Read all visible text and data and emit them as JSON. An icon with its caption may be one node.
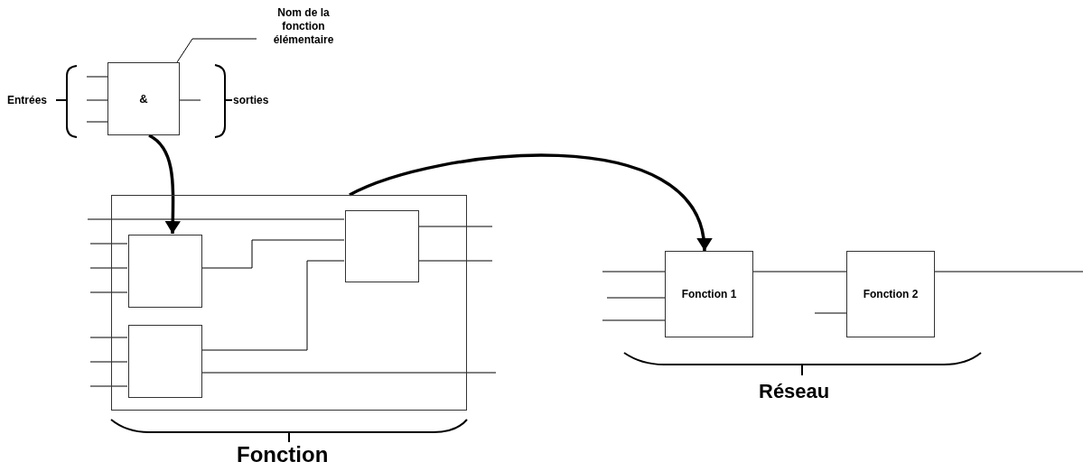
{
  "diagram": {
    "nodes": [
      {
        "text": [
          "Nom de la fonction élémentaire"
        ]
      },
      {
        "text": [
          "&"
        ]
      },
      {
        "text": [],
        "shape": "box"
      },
      {
        "text": [],
        "shape": "box",
        "in": 2
      },
      {
        "text": [],
        "shape": "box",
        "in": 2
      },
      {
        "text": [],
        "shape": "box",
        "in": 2
      },
      {
        "text": [
          "Fonction 1"
        ]
      },
      {
        "text": [
          "Fonction 2"
        ]
      }
    ],
    "edges": [
      {
        "from": 0,
        "to": 1,
        "arrow": "none"
      },
      {
        "from": null,
        "to": 1,
        "arrow": "none"
      },
      {
        "from": null,
        "to": 1,
        "arrow": "none"
      },
      {
        "from": null,
        "to": 1,
        "arrow": "none"
      },
      {
        "from": 1,
        "to": null,
        "arrow": "none"
      },
      {
        "from": 1,
        "to": 3,
        "arrow": "to",
        "style": "thick"
      },
      {
        "from": 2,
        "to": 6,
        "arrow": "to",
        "style": "thick"
      },
      {
        "from": null,
        "to": 5,
        "arrow": "none"
      },
      {
        "from": null,
        "to": 3,
        "arrow": "none"
      },
      {
        "from": null,
        "to": 3,
        "arrow": "none"
      },
      {
        "from": null,
        "to": 3,
        "arrow": "none"
      },
      {
        "from": null,
        "to": 4,
        "arrow": "none"
      },
      {
        "from": null,
        "to": 4,
        "arrow": "none"
      },
      {
        "from": null,
        "to": 4,
        "arrow": "none"
      },
      {
        "from": 3,
        "to": 5,
        "arrow": "none"
      },
      {
        "from": 4,
        "to": 5,
        "arrow": "none"
      },
      {
        "from": 5,
        "to": null,
        "arrow": "none"
      },
      {
        "from": 5,
        "to": null,
        "arrow": "none"
      },
      {
        "from": 4,
        "to": null,
        "arrow": "none"
      },
      {
        "from": null,
        "to": 6,
        "arrow": "none"
      },
      {
        "from": null,
        "to": 6,
        "arrow": "none"
      },
      {
        "from": null,
        "to": 6,
        "arrow": "none"
      },
      {
        "from": 6,
        "to": 7,
        "arrow": "none"
      },
      {
        "from": null,
        "to": 7,
        "arrow": "none"
      },
      {
        "from": 7,
        "to": null,
        "arrow": "none"
      }
    ],
    "labels": [
      "Entrées",
      "sorties",
      "Fonction",
      "Réseau"
    ]
  }
}
